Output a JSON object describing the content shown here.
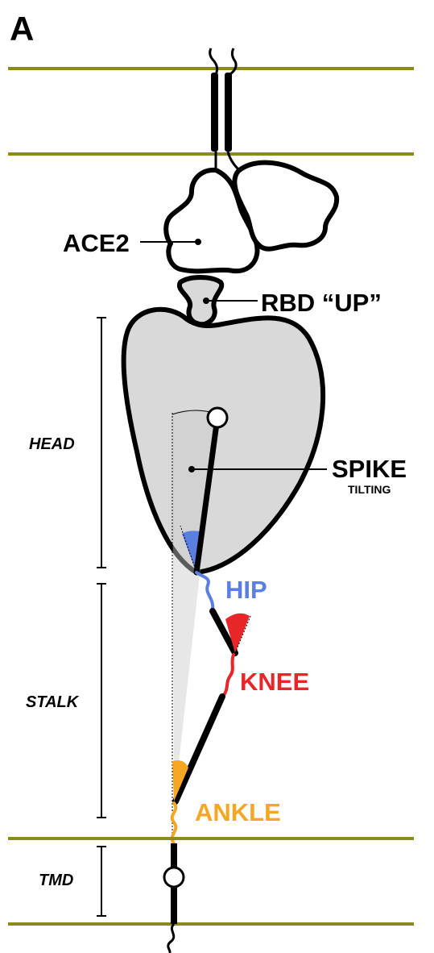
{
  "panel_label": "A",
  "labels": {
    "ace2": "ACE2",
    "rbd": "RBD “UP”",
    "spike": "SPIKE",
    "spike_sub": "TILTING",
    "hip": "HIP",
    "knee": "KNEE",
    "ankle": "ANKLE",
    "head": "HEAD",
    "stalk": "STALK",
    "tmd": "TMD"
  },
  "colors": {
    "membrane": "#8c8a1c",
    "hip": "#5b7fe0",
    "knee": "#e8262a",
    "ankle": "#f5a623",
    "spike_fill": "#d9d9d9",
    "outline": "#000000"
  }
}
